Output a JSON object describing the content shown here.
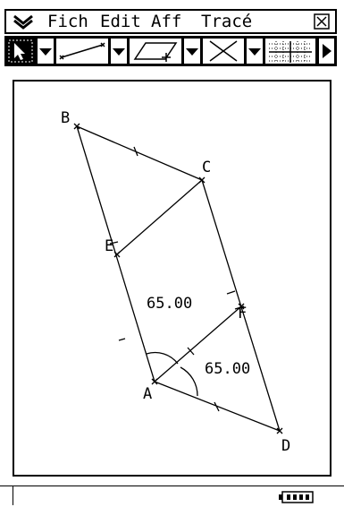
{
  "menu": {
    "items": [
      "Fich",
      "Edit",
      "Aff",
      "Tracé"
    ]
  },
  "icons": {
    "menu": "double-chevron-down-icon",
    "close": "close-box-icon",
    "battery": "battery-icon"
  },
  "figure": {
    "points": {
      "B": "B",
      "C": "C",
      "E": "E",
      "F": "F",
      "A": "A",
      "D": "D"
    },
    "measure_1": "65.00",
    "measure_2": "65.00"
  }
}
